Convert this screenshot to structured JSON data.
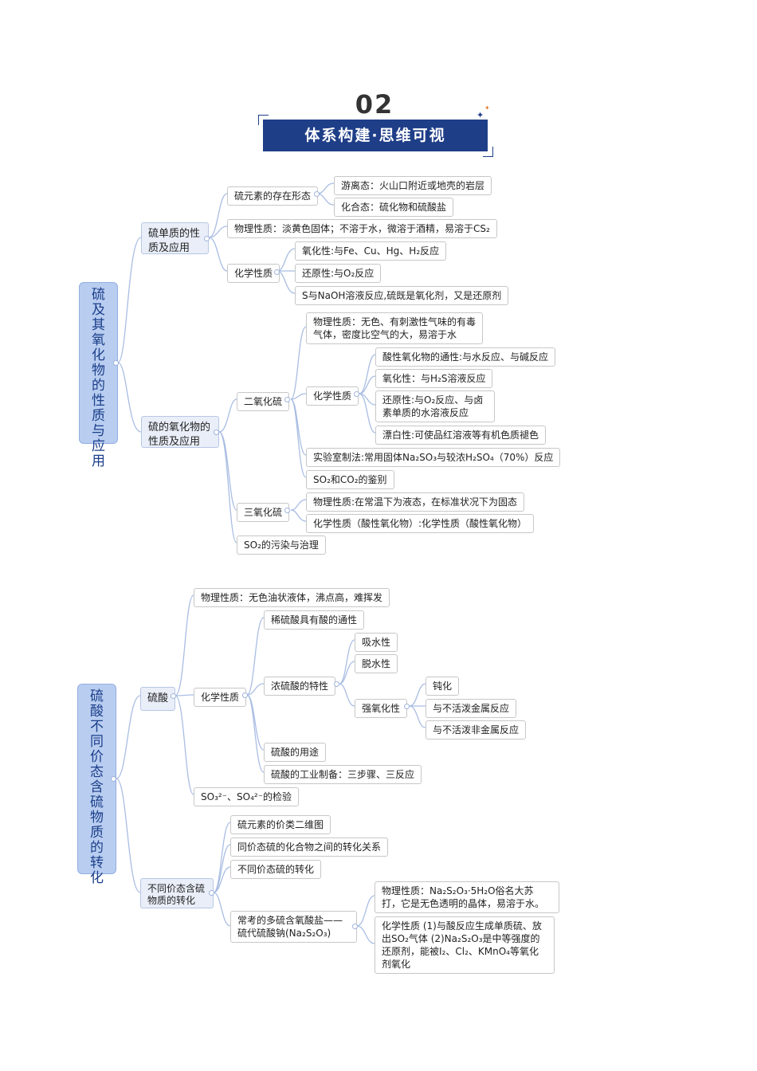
{
  "header": {
    "number": "02",
    "title": "体系构建·思维可视"
  },
  "map1": {
    "root": "硫及其氧化物的性质与应用",
    "b1": {
      "label": "硫单质的性质及应用",
      "exist": {
        "label": "硫元素的存在形态",
        "free": "游离态：火山口附近或地壳的岩层",
        "combined": "化合态：硫化物和硫酸盐"
      },
      "physical": "物理性质：淡黄色固体；不溶于水，微溶于酒精，易溶于CS₂",
      "chemical": {
        "label": "化学性质",
        "oxidizing": "氧化性:与Fe、Cu、Hg、H₂反应",
        "reducing": "还原性:与O₂反应",
        "naoh": "S与NaOH溶液反应,硫既是氧化剂，又是还原剂"
      }
    },
    "b2": {
      "label": "硫的氧化物的性质及应用",
      "so2": {
        "label": "二氧化硫",
        "physical": "物理性质：无色、有刺激性气味的有毒气体，密度比空气的大，易溶于水",
        "chemical": {
          "label": "化学性质",
          "acidic": "酸性氧化物的通性:与水反应、与碱反应",
          "oxidizing": "氧化性：与H₂S溶液反应",
          "reducing": "还原性:与O₂反应、与卤素单质的水溶液反应",
          "bleach": "漂白性:可使品红溶液等有机色质褪色"
        },
        "lab": "实验室制法:常用固体Na₂SO₃与较浓H₂SO₄（70%）反应",
        "identify": "SO₂和CO₂的鉴别"
      },
      "so3": {
        "label": "三氧化硫",
        "physical": "物理性质:在常温下为液态，在标准状况下为固态",
        "chemical": "化学性质（酸性氧化物）:化学性质（酸性氧化物）"
      },
      "pollution": "SO₂的污染与治理"
    }
  },
  "map2": {
    "root": "硫酸 不同价态含硫物质的转化",
    "acid": {
      "label": "硫酸",
      "physical": "物理性质：无色油状液体，沸点高，难挥发",
      "chemical": {
        "label": "化学性质",
        "dilute": "稀硫酸具有酸的通性",
        "conc": {
          "label": "浓硫酸的特性",
          "absorb": "吸水性",
          "dehydrate": "脱水性",
          "oxid": {
            "label": "强氧化性",
            "passivation": "钝化",
            "metal": "与不活泼金属反应",
            "nonmetal": "与不活泼非金属反应"
          }
        },
        "use": "硫酸的用途",
        "industry": "硫酸的工业制备：三步骤、三反应"
      },
      "test": "SO₃²⁻、SO₄²⁻的检验"
    },
    "convert": {
      "label": "不同价态含硫物质的转化",
      "diagram": "硫元素的价类二维图",
      "same": "同价态硫的化合物之间的转化关系",
      "diff": "不同价态硫的转化",
      "salt": {
        "label": "常考的多硫含氧酸盐——硫代硫酸钠(Na₂S₂O₃)",
        "physical": "物理性质：Na₂S₂O₃·5H₂O俗名大苏打，它是无色透明的晶体，易溶于水。",
        "chemical": "化学性质 (1)与酸反应生成单质硫、放出SO₂气体 (2)Na₂S₂O₃是中等强度的还原剂，能被I₂、Cl₂、KMnO₄等氧化剂氧化"
      }
    }
  },
  "colors": {
    "banner": "#1f3e88",
    "root": "#b8cdf0",
    "branch": "#e9eef8",
    "line": "#a9bde3"
  }
}
